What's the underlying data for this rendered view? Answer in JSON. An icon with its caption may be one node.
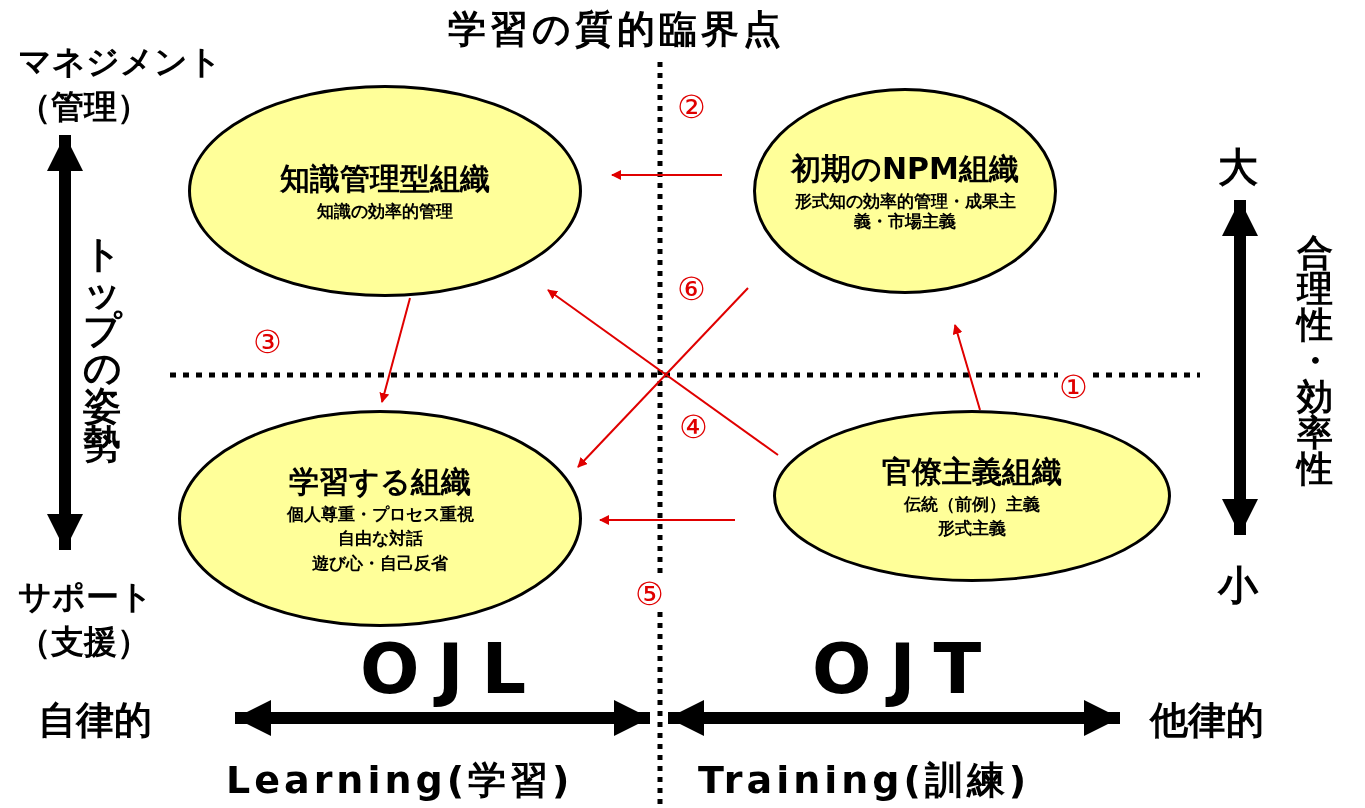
{
  "diagram": {
    "title": "学習の質的臨界点",
    "nodes": [
      {
        "text": [
          "知識管理型組織",
          "知識の効率的管理"
        ]
      },
      {
        "text": [
          "初期のNPM組織",
          "形式知の効率的管理・成果主義・市場主義"
        ]
      },
      {
        "text": [
          "学習する組織",
          "個人尊重・プロセス重視",
          "自由な対話",
          "遊び心・自己反省"
        ]
      },
      {
        "text": [
          "官僚主義組織",
          "伝統（前例）主義",
          "形式主義"
        ]
      }
    ],
    "edges": [
      {
        "from": 3,
        "to": 1,
        "arrow": "to",
        "label": "①"
      },
      {
        "from": 1,
        "to": 0,
        "arrow": "to",
        "label": "②"
      },
      {
        "from": 0,
        "to": 2,
        "arrow": "to",
        "label": "③"
      },
      {
        "from": 3,
        "to": 0,
        "arrow": "to",
        "label": "④"
      },
      {
        "from": 3,
        "to": 2,
        "arrow": "to",
        "label": "⑤"
      },
      {
        "from": 1,
        "to": 2,
        "arrow": "to",
        "label": "⑥"
      }
    ],
    "labels": [
      "マネジメント（管理）",
      "大",
      "トップの姿勢",
      "合理性・効率性",
      "小",
      "サポート（支援）",
      "OJL",
      "OJT",
      "自律的",
      "他律的",
      "Learning(学習)",
      "Training(訓練)"
    ]
  }
}
